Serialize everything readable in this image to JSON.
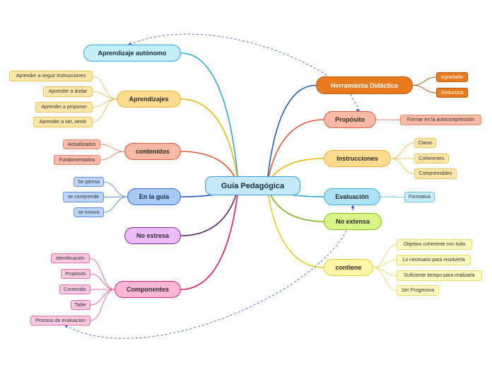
{
  "center": {
    "label": "Guía Pedagógica",
    "fill": "#c5e8fb",
    "border": "#3a9bd8"
  },
  "branches": [
    {
      "id": "herramienta",
      "label": "Herramienta Didáctica",
      "fill": "#ea7a1e",
      "border": "#b55a0c",
      "text": "#ffffff",
      "line": "#1f5fbf",
      "leaves": [
        {
          "label": "Agradable",
          "fill": "#ea7a1e",
          "border": "#b55a0c",
          "text": "#ffffff"
        },
        {
          "label": "Seductora",
          "fill": "#ea7a1e",
          "border": "#b55a0c",
          "text": "#ffffff"
        }
      ]
    },
    {
      "id": "proposito",
      "label": "Propósito",
      "fill": "#f8b9a6",
      "border": "#e05a3a",
      "text": "#2a2a2a",
      "line": "#e4582e",
      "leaves": [
        {
          "label": "Formar en la autocomprensión",
          "fill": "#f8b9a6",
          "border": "#e58a6f",
          "text": "#333333"
        }
      ]
    },
    {
      "id": "instrucciones",
      "label": "Instrucciones",
      "fill": "#fddc8f",
      "border": "#e9b236",
      "text": "#2a2a2a",
      "line": "#f4b400",
      "leaves": [
        {
          "label": "Claras",
          "fill": "#fde6a8",
          "border": "#ecc45c",
          "text": "#333333"
        },
        {
          "label": "Coherentes",
          "fill": "#fde6a8",
          "border": "#ecc45c",
          "text": "#333333"
        },
        {
          "label": "Comprensibles",
          "fill": "#fde6a8",
          "border": "#ecc45c",
          "text": "#333333"
        }
      ]
    },
    {
      "id": "evaluacion",
      "label": "Evaluación",
      "fill": "#ade3f7",
      "border": "#3aaee0",
      "text": "#2a2a2a",
      "line": "#29a9e0",
      "leaves": [
        {
          "label": "Formativa",
          "fill": "#c4ecfa",
          "border": "#6cc6ec",
          "text": "#333333"
        }
      ]
    },
    {
      "id": "noextensa",
      "label": "No extensa",
      "fill": "#d7f589",
      "border": "#8bbd1e",
      "text": "#2a2a2a",
      "line": "#7cb518",
      "leaves": []
    },
    {
      "id": "contiene",
      "label": "contiene",
      "fill": "#fdf5a8",
      "border": "#e6d23a",
      "text": "#2a2a2a",
      "line": "#e6cf20",
      "leaves": [
        {
          "label": "Objetivo coherente con todo",
          "fill": "#fef7bf",
          "border": "#eadc6a",
          "text": "#333333"
        },
        {
          "label": "Lo necesario para resolverla",
          "fill": "#fef7bf",
          "border": "#eadc6a",
          "text": "#333333"
        },
        {
          "label": "Suficiente tiempo para realizarla",
          "fill": "#fef7bf",
          "border": "#eadc6a",
          "text": "#333333"
        },
        {
          "label": "Ser Progresiva",
          "fill": "#fef7bf",
          "border": "#eadc6a",
          "text": "#333333"
        }
      ]
    },
    {
      "id": "autonomo",
      "label": "Aprendizaje autónomo",
      "fill": "#c5eefb",
      "border": "#29a9e0",
      "text": "#1b2a3a",
      "line": "#29a9e0",
      "leaves": []
    },
    {
      "id": "aprendizajes",
      "label": "Aprendizajes",
      "fill": "#fddc8f",
      "border": "#e9b236",
      "text": "#2a2a2a",
      "line": "#f4b400",
      "leaves": [
        {
          "label": "Aprender a seguir instrucciones",
          "fill": "#fde6a8",
          "border": "#ecc45c",
          "text": "#333333"
        },
        {
          "label": "Aprender a dudar",
          "fill": "#fde6a8",
          "border": "#ecc45c",
          "text": "#333333"
        },
        {
          "label": "Aprender a proponer",
          "fill": "#fde6a8",
          "border": "#ecc45c",
          "text": "#333333"
        },
        {
          "label": "Aprender a ser, sentir",
          "fill": "#fde6a8",
          "border": "#ecc45c",
          "text": "#333333"
        }
      ]
    },
    {
      "id": "contenidos",
      "label": "contenidos",
      "fill": "#f8b9a6",
      "border": "#e05a3a",
      "text": "#2a2a2a",
      "line": "#e4582e",
      "leaves": [
        {
          "label": "Actualizados",
          "fill": "#f8b9a6",
          "border": "#e58a6f",
          "text": "#333333"
        },
        {
          "label": "Fundamentados",
          "fill": "#f8b9a6",
          "border": "#e58a6f",
          "text": "#333333"
        }
      ]
    },
    {
      "id": "enlaguia",
      "label": "En la guía",
      "fill": "#a9c9f7",
      "border": "#2f6fd8",
      "text": "#1b2a3a",
      "line": "#1f5fbf",
      "leaves": [
        {
          "label": "Se piensa",
          "fill": "#bcd6fb",
          "border": "#5f91e0",
          "text": "#333333"
        },
        {
          "label": "se comprende",
          "fill": "#bcd6fb",
          "border": "#5f91e0",
          "text": "#333333"
        },
        {
          "label": "se innova",
          "fill": "#bcd6fb",
          "border": "#5f91e0",
          "text": "#333333"
        }
      ]
    },
    {
      "id": "noestresa",
      "label": "No estresa",
      "fill": "#ecbdf6",
      "border": "#8a2aa8",
      "text": "#2a2a2a",
      "line": "#5a1a6a",
      "leaves": []
    },
    {
      "id": "componentes",
      "label": "Componentes",
      "fill": "#f9b6d6",
      "border": "#e0287c",
      "text": "#2a2a2a",
      "line": "#e3176e",
      "leaves": [
        {
          "label": "Identificación",
          "fill": "#fbc8e0",
          "border": "#ea6aa6",
          "text": "#333333"
        },
        {
          "label": "Propósito",
          "fill": "#fbc8e0",
          "border": "#ea6aa6",
          "text": "#333333"
        },
        {
          "label": "Contenido",
          "fill": "#fbc8e0",
          "border": "#ea6aa6",
          "text": "#333333"
        },
        {
          "label": "Taller",
          "fill": "#fbc8e0",
          "border": "#ea6aa6",
          "text": "#333333"
        },
        {
          "label": "Proceso de evaluación",
          "fill": "#fbc8e0",
          "border": "#ea6aa6",
          "text": "#333333"
        }
      ]
    }
  ],
  "relations": [
    {
      "from": "herramienta",
      "to": "autonomo"
    },
    {
      "from": "herramienta",
      "to": "proposito"
    },
    {
      "from": "noextensa",
      "to": "componentes_proceso"
    }
  ],
  "relation_color": "#3a5bd0"
}
